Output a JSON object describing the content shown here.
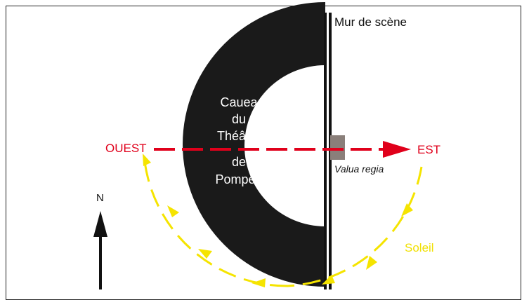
{
  "labels": {
    "wall": "Mur de scène",
    "cavea_line1": "Cauea",
    "cavea_line2": "du",
    "cavea_line3": "Théâtre",
    "cavea_line4": "de",
    "cavea_line5": "Pompée",
    "west": "OUEST",
    "east": "EST",
    "valua": "Valua regia",
    "north": "N",
    "sun": "Soleil"
  },
  "colors": {
    "axis": "#e0001b",
    "sun_path": "#f5e400",
    "cavea": "#1a1a1a",
    "valua_box": "#8a7f7a"
  },
  "icons": [
    "north-arrow-icon"
  ]
}
